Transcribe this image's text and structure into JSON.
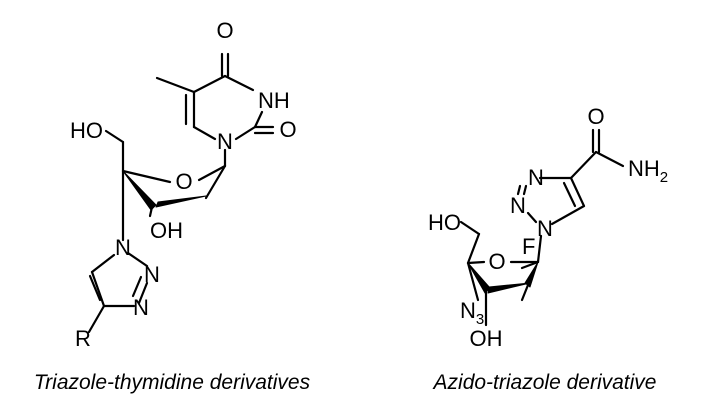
{
  "left_structure": {
    "caption": "Triazole-thymidine derivatives",
    "atoms": {
      "o_carbonyl_top": "O",
      "nh": "NH",
      "o_carbonyl_right": "O",
      "n_glycosidic": "N",
      "ho": "HO",
      "o_ring": "O",
      "oh": "OH",
      "n1": "N",
      "n2": "N",
      "n3": "N",
      "r_group": "R"
    }
  },
  "right_structure": {
    "caption": "Azido-triazole derivative",
    "atoms": {
      "o_amide": "O",
      "nh2": "NH",
      "nh2_sub": "2",
      "n_top": "N",
      "n_mid": "N",
      "n_ring_attach": "N",
      "ho": "HO",
      "o_ring": "O",
      "f": "F",
      "n3": "N",
      "n3_sub": "3",
      "oh": "OH"
    }
  }
}
